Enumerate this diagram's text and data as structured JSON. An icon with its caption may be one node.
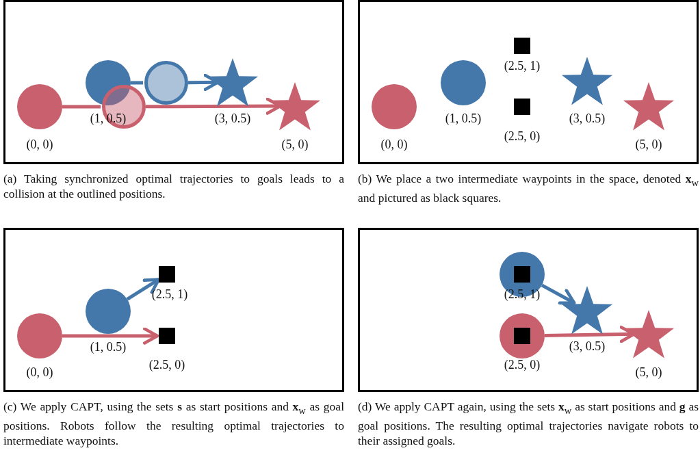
{
  "diagram": {
    "nodes": [
      {
        "text": [],
        "shape": "box"
      },
      {
        "text": [],
        "shape": "circle",
        "in": 0,
        "beside": [
          "(0, 0)"
        ]
      },
      {
        "text": [],
        "shape": "circle",
        "in": 0
      },
      {
        "text": [],
        "shape": "circle",
        "in": 0
      },
      {
        "text": [],
        "shape": "circle",
        "in": 0
      },
      {
        "text": [],
        "shape": "star",
        "in": 0,
        "beside": [
          "(3, 0.5)"
        ]
      },
      {
        "text": [],
        "shape": "star",
        "in": 0,
        "beside": [
          "(5, 0)"
        ]
      },
      {
        "text": [],
        "shape": "box"
      },
      {
        "text": [],
        "shape": "circle",
        "in": 7,
        "beside": [
          "(0, 0)"
        ]
      },
      {
        "text": [],
        "shape": "circle",
        "in": 7,
        "beside": [
          "(1, 0.5)"
        ]
      },
      {
        "text": [],
        "shape": "box",
        "in": 7,
        "beside": [
          "(2.5, 1)"
        ]
      },
      {
        "text": [],
        "shape": "box",
        "in": 7,
        "beside": [
          "(2.5, 0)"
        ]
      },
      {
        "text": [],
        "shape": "star",
        "in": 7,
        "beside": [
          "(3, 0.5)"
        ]
      },
      {
        "text": [],
        "shape": "star",
        "in": 7,
        "beside": [
          "(5, 0)"
        ]
      },
      {
        "text": [],
        "shape": "box"
      },
      {
        "text": [],
        "shape": "circle",
        "in": 14,
        "beside": [
          "(0, 0)"
        ]
      },
      {
        "text": [],
        "shape": "circle",
        "in": 14,
        "beside": [
          "(1, 0.5)"
        ]
      },
      {
        "text": [],
        "shape": "box",
        "in": 14,
        "beside": [
          "(2.5, 1)"
        ]
      },
      {
        "text": [],
        "shape": "box",
        "in": 14,
        "beside": [
          "(2.5, 0)"
        ]
      },
      {
        "text": [],
        "shape": "box"
      },
      {
        "text": [],
        "shape": "circle",
        "in": 19,
        "beside": [
          "(2.5, 1)"
        ]
      },
      {
        "text": [],
        "shape": "box",
        "in": 20
      },
      {
        "text": [],
        "shape": "circle",
        "in": 19,
        "beside": [
          "(2.5, 0)"
        ]
      },
      {
        "text": [],
        "shape": "box",
        "in": 22
      },
      {
        "text": [],
        "shape": "star",
        "in": 19,
        "beside": [
          "(3, 0.5)"
        ]
      },
      {
        "text": [],
        "shape": "star",
        "in": 19,
        "beside": [
          "(5, 0)"
        ]
      }
    ],
    "edges": [
      {
        "from": 2,
        "to": 3,
        "arrow": "none",
        "color": "#4477aa"
      },
      {
        "from": 3,
        "to": 5,
        "arrow": "to",
        "color": "#4477aa"
      },
      {
        "from": 1,
        "to": 4,
        "arrow": "none",
        "color": "#c8606e"
      },
      {
        "from": 4,
        "to": 6,
        "arrow": "to",
        "color": "#c8606e"
      },
      {
        "from": 16,
        "to": 17,
        "arrow": "to",
        "color": "#4477aa"
      },
      {
        "from": 15,
        "to": 18,
        "arrow": "to",
        "color": "#c8606e"
      },
      {
        "from": 20,
        "to": 24,
        "arrow": "to",
        "color": "#4477aa"
      },
      {
        "from": 22,
        "to": 25,
        "arrow": "to",
        "color": "#c8606e"
      }
    ],
    "labels": [
      "(1, 0.5)",
      "(a) Taking synchronized optimal trajectories to goals leads to a collision at the outlined positions.",
      "(b) We place a two intermediate waypoints in the space, denoted **x**$_{w}$ and pictured as black squares.",
      "(c) We apply CAPT, using the sets **s** as start positions and **x**$_{w}$ as goal positions. Robots follow the resulting optimal trajectories to intermediate waypoints.",
      "(d) We apply CAPT again, using the sets **x**$_{w}$ as start positions and **g** as goal positions. The resulting optimal trajectories navigate robots to their assigned goals."
    ]
  }
}
